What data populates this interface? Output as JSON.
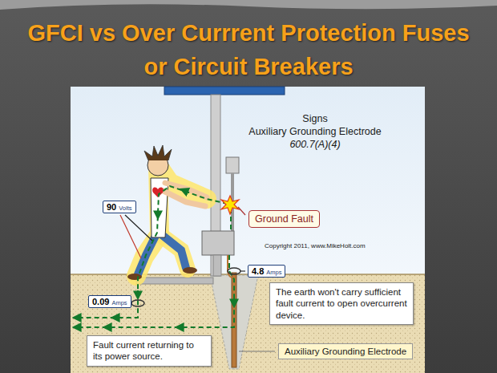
{
  "diagram": {
    "title": "GFCI vs Over Currrent Protection Fuses or Circuit Breakers",
    "nodes": [
      {
        "text": [
          "90",
          "Volts"
        ]
      },
      {
        "text": [
          "Ground Fault"
        ]
      },
      {
        "text": [
          "4.8",
          "Amps"
        ]
      },
      {
        "text": [
          "The earth won't carry sufficient fault current to open overcurrent device."
        ]
      },
      {
        "text": [
          "0.09",
          "Amps"
        ]
      },
      {
        "text": [
          "Fault current returning to its power source."
        ]
      },
      {
        "text": [
          "Auxiliary Grounding Electrode"
        ]
      }
    ],
    "labels": [
      "Signs",
      "Auxiliary Grounding Electrode",
      "600.7(A)(4)",
      "Copyright 2011, www.MikeHolt.com"
    ]
  }
}
